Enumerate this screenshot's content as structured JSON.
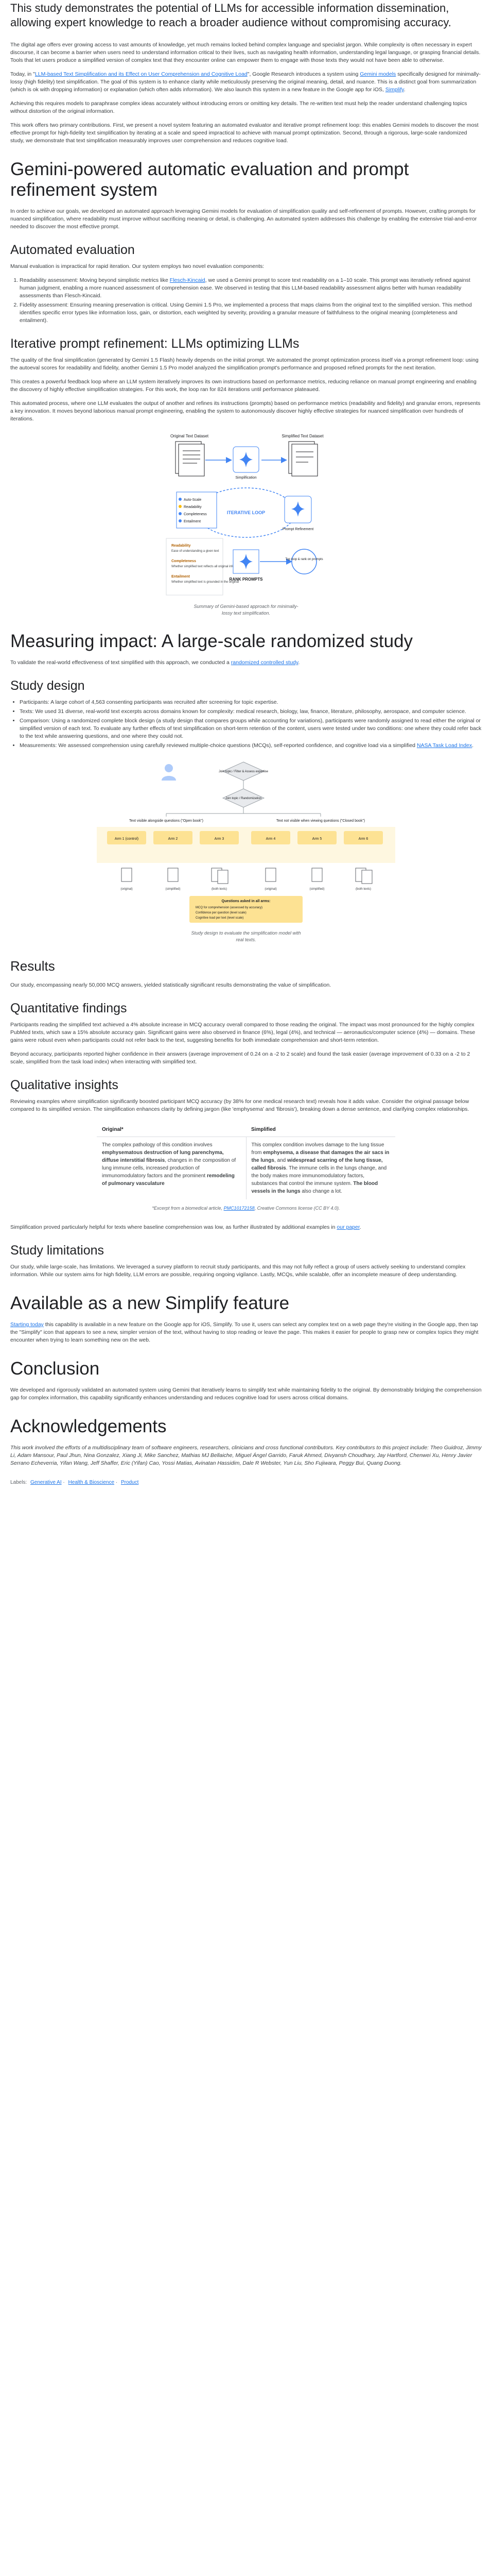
{
  "lead": "This study demonstrates the potential of LLMs for accessible information dissemination, allowing expert knowledge to reach a broader audience without compromising accuracy.",
  "intro": {
    "p1": "The digital age offers ever growing access to vast amounts of knowledge, yet much remains locked behind complex language and specialist jargon. While complexity is often necessary in expert discourse, it can become a barrier when users need to understand information critical to their lives, such as navigating health information, understanding legal language, or grasping financial details. Tools that let users produce a simplified version of complex text that they encounter online can empower them to engage with those texts they would not have been able to otherwise.",
    "p2_pre": "Today, in \"",
    "p2_link": "LLM-based Text Simplification and its Effect on User Comprehension and Cognitive Load",
    "p2_mid1": "\", Google Research introduces a system using ",
    "p2_link2": "Gemini models",
    "p2_mid2": " specifically designed for minimally-lossy (high fidelity) text simplification. The goal of this system is to enhance clarity while meticulously preserving the original meaning, detail, and nuance. This is a distinct goal from summarization (which is ok with dropping information) or explanation (which often adds information). We also launch this system in a new feature in the Google app for iOS, ",
    "p2_link3": "Simplify",
    "p2_end": ".",
    "p3": "Achieving this requires models to paraphrase complex ideas accurately without introducing errors or omitting key details. The re-written text must help the reader understand challenging topics without distortion of the original information.",
    "p4": "This work offers two primary contributions. First, we present a novel system featuring an automated evaluator and iterative prompt refinement loop: this enables Gemini models to discover the most effective prompt for high-fidelity text simplification by iterating at a scale and speed impractical to achieve with manual prompt optimization. Second, through a rigorous, large-scale randomized study, we demonstrate that text simplification measurably improves user comprehension and reduces cognitive load."
  },
  "sec_eval": {
    "title": "Gemini-powered automatic evaluation and prompt refinement system",
    "p1": "In order to achieve our goals, we developed an automated approach leveraging Gemini models for evaluation of simplification quality and self-refinement of prompts. However, crafting prompts for nuanced simplification, where readability must improve without sacrificing meaning or detail, is challenging. An automated system addresses this challenge by enabling the extensive trial-and-error needed to discover the most effective prompt."
  },
  "sec_auto": {
    "title": "Automated evaluation",
    "intro": "Manual evaluation is impractical for rapid iteration. Our system employs two novel evaluation components:",
    "b1_pre": "Readability assessment: Moving beyond simplistic metrics like ",
    "b1_link": "Flesch-Kincaid",
    "b1_post": ", we used a Gemini prompt to score text readability on a 1–10 scale. This prompt was iteratively refined against human judgment, enabling a more nuanced assessment of comprehension ease. We observed in testing that this LLM-based readability assessment aligns better with human readability assessments than Flesch-Kincaid.",
    "b2": "Fidelity assessment: Ensuring meaning preservation is critical. Using Gemini 1.5 Pro, we implemented a process that maps claims from the original text to the simplified version. This method identifies specific error types like information loss, gain, or distortion, each weighted by severity, providing a granular measure of faithfulness to the original meaning (completeness and entailment)."
  },
  "sec_iter": {
    "title": "Iterative prompt refinement: LLMs optimizing LLMs",
    "p1": "The quality of the final simplification (generated by Gemini 1.5 Flash) heavily depends on the initial prompt. We automated the prompt optimization process itself via a prompt refinement loop: using the autoeval scores for readability and fidelity, another Gemini 1.5 Pro model analyzed the simplification prompt's performance and proposed refined prompts for the next iteration.",
    "p2": "This creates a powerful feedback loop where an LLM system iteratively improves its own instructions based on performance metrics, reducing reliance on manual prompt engineering and enabling the discovery of highly effective simplification strategies. For this work, the loop ran for 824 iterations until performance plateaued.",
    "p3": "This automated process, where one LLM evaluates the output of another and refines its instructions (prompts) based on performance metrics (readability and fidelity) and granular errors, represents a key innovation. It moves beyond laborious manual prompt engineering, enabling the system to autonomously discover highly effective strategies for nuanced simplification over hundreds of iterations."
  },
  "fig1": {
    "original_label": "Original Text Dataset",
    "simplified_label": "Simplified Text Dataset",
    "simplification": "Simplification",
    "loop": "ITERATIVE LOOP",
    "autoscore": "Auto-Scale",
    "readability": "Readability",
    "completeness": "Completeness",
    "entailment": "Entailment",
    "prompt_refinement": "Prompt Refinement",
    "rank": "RANK PROMPTS",
    "toploop": "Top loop & rank on prompts",
    "legend_r_title": "Readability",
    "legend_r_desc": "Ease of understanding a given text",
    "legend_c_title": "Completeness",
    "legend_c_desc": "Whether simplified text reflects all original info",
    "legend_e_title": "Entailment",
    "legend_e_desc": "Whether simplified text is grounded in the original",
    "caption": "Summary of Gemini-based approach for minimally-lossy text simplification."
  },
  "sec_impact": {
    "title": "Measuring impact: A large-scale randomized study",
    "p_pre": "To validate the real-world effectiveness of text simplified with this approach, we conducted a ",
    "p_link": "randomized controlled study",
    "p_end": "."
  },
  "sec_design": {
    "title": "Study design",
    "b1": "Participants: A large cohort of 4,563 consenting participants was recruited after screening for topic expertise.",
    "b2": "Texts: We used 31 diverse, real-world text excerpts across domains known for complexity: medical research, biology, law, finance, literature, philosophy, aerospace, and computer science.",
    "b3": "Comparison: Using a randomized complete block design (a study design that compares groups while accounting for variations), participants were randomly assigned to read either the original or simplified version of each text. To evaluate any further effects of text simplification on short-term retention of the content, users were tested under two conditions: one where they could refer back to the text while answering questions, and one where they could not.",
    "b4_pre": "Measurements: We assessed comprehension using carefully reviewed multiple-choice questions (MCQs), self-reported confidence, and cognitive load via a simplified ",
    "b4_link": "NASA Task Load Index",
    "b4_end": "."
  },
  "fig2": {
    "node1": "Join topic / Filter & Assess expertise",
    "node2": "Join topic / Randomization",
    "left_group": "Text visible alongside questions (\"Open book\")",
    "right_group": "Text not visible when viewing questions (\"Closed book\")",
    "arm1": "Arm 1 (control)",
    "arm2": "Arm 2",
    "arm3": "Arm 3",
    "arm4": "Arm 4",
    "arm5": "Arm 5",
    "arm6": "Arm 6",
    "v_original": "(original)",
    "v_simplified": "(simplified)",
    "v_both": "(both texts)",
    "q_title": "Questions asked in all arms:",
    "q1": "MCQ for comprehension (assessed by accuracy)",
    "q2": "Confidence per question (level scale)",
    "q3": "Cognitive load per text (level scale)",
    "caption": "Study design to evaluate the simplification model with real texts."
  },
  "sec_results": {
    "title": "Results",
    "p1": "Our study, encompassing nearly 50,000 MCQ answers, yielded statistically significant results demonstrating the value of simplification."
  },
  "sec_quant": {
    "title": "Quantitative findings",
    "p1": "Participants reading the simplified text achieved a 4% absolute increase in MCQ accuracy overall compared to those reading the original. The impact was most pronounced for the highly complex PubMed texts, which saw a 15% absolute accuracy gain. Significant gains were also observed in finance (6%), legal (4%), and technical — aeronautics/computer science (4%) — domains. These gains were robust even when participants could not refer back to the text, suggesting benefits for both immediate comprehension and short-term retention.",
    "p2": "Beyond accuracy, participants reported higher confidence in their answers (average improvement of 0.24 on a -2 to 2 scale) and found the task easier (average improvement of 0.33 on a -2 to 2 scale, simplified from the task load index) when interacting with simplified text."
  },
  "sec_qual": {
    "title": "Qualitative insights",
    "p1": "Reviewing examples where simplification significantly boosted participant MCQ accuracy (by 38% for one medical research text) reveals how it adds value. Consider the original passage below compared to its simplified version. The simplification enhances clarity by defining jargon (like 'emphysema' and 'fibrosis'), breaking down a dense sentence, and clarifying complex relationships."
  },
  "cmp": {
    "h_left": "Original*",
    "h_right": "Simplified",
    "left_1": "The complex pathology of this condition involves ",
    "left_b1": "emphysematous destruction of lung parenchyma, diffuse interstitial fibrosis",
    "left_2": ", changes in the composition of lung immune cells, increased production of immunomodulatory factors and the prominent ",
    "left_b2": "remodeling of pulmonary vasculature",
    "right_1": "This complex condition involves damage to the lung tissue from ",
    "right_b1": "emphysema, a disease that damages the air sacs in the lungs",
    "right_2": ", and ",
    "right_b2": "widespread scarring of the lung tissue, called fibrosis",
    "right_3": ". The immune cells in the lungs change, and the body makes more immunomodulatory factors, substances that control the immune system. ",
    "right_b3": "The blood vessels in the lungs",
    "right_4": " also change a lot.",
    "note_pre": "*Excerpt from a biomedical article, ",
    "note_link": "PMC10172158",
    "note_end": ", Creative Commons license (CC BY 4.0)."
  },
  "sec_qual2": {
    "p_pre": "Simplification proved particularly helpful for texts where baseline comprehension was low, as further illustrated by additional examples in ",
    "p_link": "our paper",
    "p_end": "."
  },
  "sec_limits": {
    "title": "Study limitations",
    "p1": "Our study, while large-scale, has limitations. We leveraged a survey platform to recruit study participants, and this may not fully reflect a group of users actively seeking to understand complex information. While our system aims for high fidelity, LLM errors are possible, requiring ongoing vigilance. Lastly, MCQs, while scalable, offer an incomplete measure of deep understanding."
  },
  "sec_feature": {
    "title": "Available as a new Simplify feature",
    "p_link": "Starting today",
    "p_rest": " this capability is available in a new feature on the Google app for iOS, Simplify. To use it, users can select any complex text on a web page they're visiting in the Google app, then tap the \"Simplify\" icon that appears to see a new, simpler version of the text, without having to stop reading or leave the page. This makes it easier for people to grasp new or complex topics they might encounter when trying to learn something new on the web."
  },
  "sec_concl": {
    "title": "Conclusion",
    "p1": "We developed and rigorously validated an automated system using Gemini that iteratively learns to simplify text while maintaining fidelity to the original. By demonstrably bridging the comprehension gap for complex information, this capability significantly enhances understanding and reduces cognitive load for users across critical domains."
  },
  "sec_ack": {
    "title": "Acknowledgements",
    "p1": "This work involved the efforts of a multidisciplinary team of software engineers, researchers, clinicians and cross functional contributors. Key contributors to this project include: Theo Guidroz, Jimmy Li, Adam Mansour, Paul Jhun, Nina Gonzalez, Xiang Ji, Mike Sanchez, Mathias MJ Bellaiche, Miguel Ángel Garrido, Faruk Ahmed, Divyansh Choudhary, Jay Hartford, Chenwei Xu, Henry Javier Serrano Echeverria, Yifan Wang, Jeff Shaffer, Eric (Yifan) Cao, Yossi Matias, Avinatan Hassidim, Dale R Webster, Yun Liu, Sho Fujiwara, Peggy Bui, Quang Duong."
  },
  "labels": {
    "prefix": "Labels:",
    "l1": "Generative AI",
    "sep1": "·",
    "l2": "Health & Bioscience",
    "sep2": "·",
    "l3": "Product"
  }
}
